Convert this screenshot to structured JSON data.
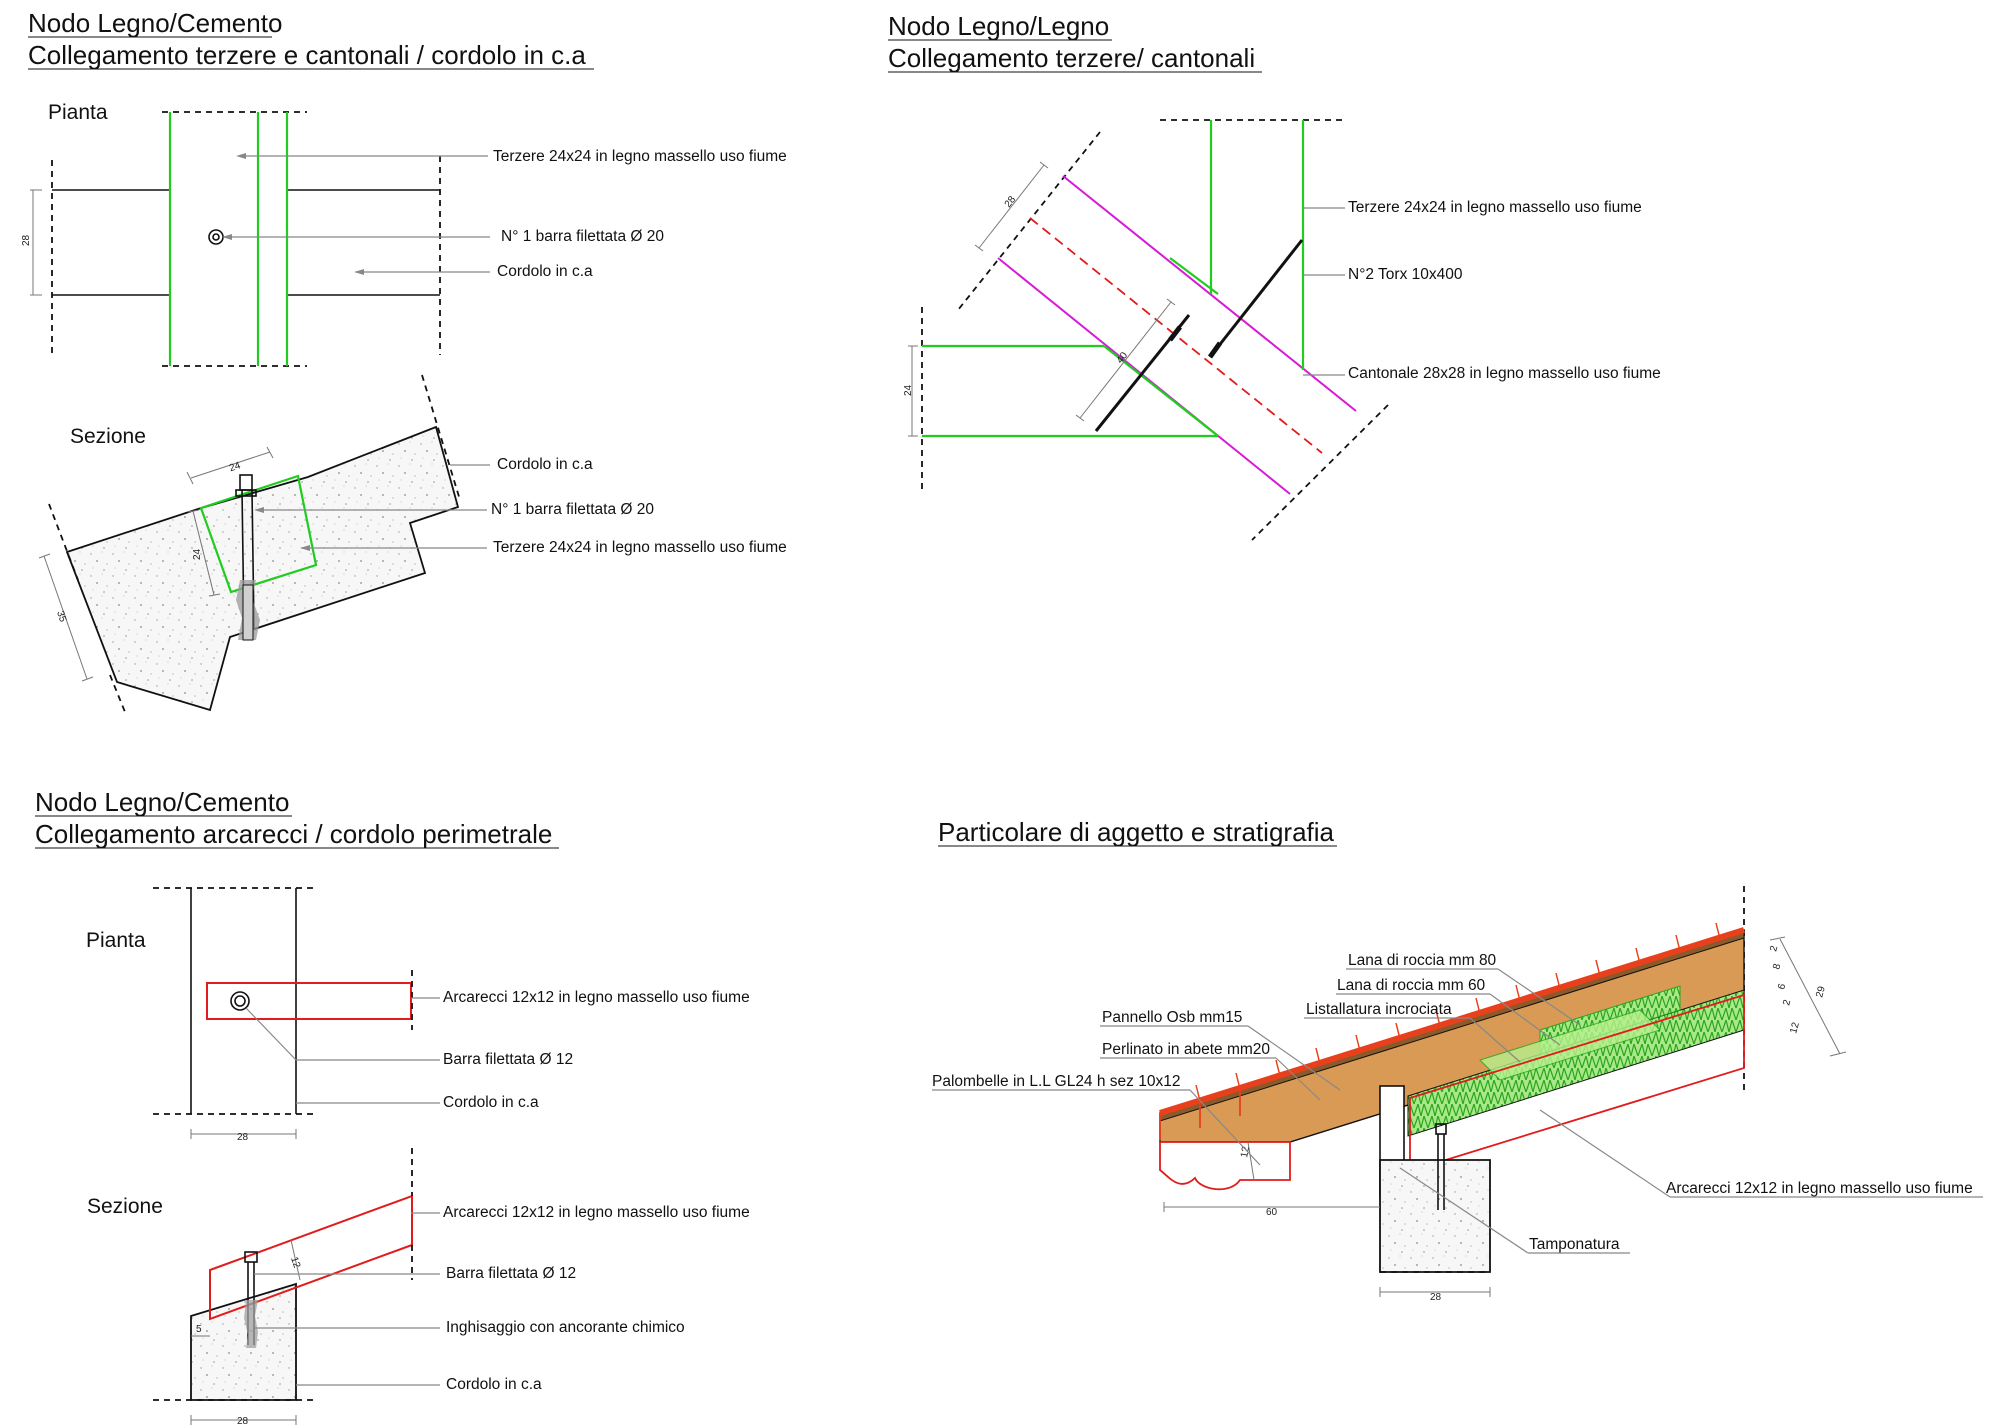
{
  "panels": {
    "tl": {
      "title": "Nodo Legno/Cemento",
      "subtitle": "Collegamento terzere e cantonali / cordolo in c.a",
      "plan_label": "Pianta",
      "section_label": "Sezione",
      "plan_callouts": [
        "Terzere 24x24 in legno massello uso fiume",
        "N° 1 barra filettata Ø 20",
        "Cordolo in c.a"
      ],
      "section_callouts": [
        "Cordolo in c.a",
        "N° 1 barra filettata Ø 20",
        "Terzere 24x24 in legno massello uso fiume"
      ],
      "dims": [
        "28",
        "24",
        "24",
        "35"
      ]
    },
    "tr": {
      "title": "Nodo Legno/Legno",
      "subtitle": "Collegamento terzere/ cantonali",
      "callouts": [
        "Terzere 24x24 in legno massello uso fiume",
        "N°2 Torx 10x400",
        "Cantonale 28x28 in legno massello uso fiume"
      ],
      "dims": [
        "28",
        "24",
        "40"
      ]
    },
    "bl": {
      "title": "Nodo Legno/Cemento",
      "subtitle": "Collegamento arcarecci / cordolo perimetrale",
      "plan_label": "Pianta",
      "section_label": "Sezione",
      "plan_callouts": [
        "Arcarecci 12x12 in legno massello uso fiume",
        "Barra filettata Ø 12",
        "Cordolo in c.a"
      ],
      "section_callouts": [
        "Arcarecci 12x12 in legno massello uso fiume",
        "Barra filettata Ø 12",
        "Inghisaggio con ancorante chimico",
        "Cordolo in c.a"
      ],
      "dims": [
        "28",
        "12",
        "5",
        "28"
      ]
    },
    "br": {
      "title": "Particolare di aggetto e stratigrafia",
      "callouts": [
        "Lana di roccia mm 80",
        "Lana di roccia mm 60",
        "Listallatura incrociata",
        "Pannello Osb mm15",
        "Perlinato in abete mm20",
        "Palombelle in L.L GL24 h sez 10x12",
        "Arcarecci 12x12 in legno massello uso fiume",
        "Tamponatura"
      ],
      "dims": [
        "12",
        "60",
        "28",
        "2",
        "8",
        "6",
        "2",
        "12",
        "29"
      ]
    }
  },
  "colors": {
    "timber_green": "#1fcc1f",
    "timber_magenta": "#d61ad6",
    "purlin_red": "#e01c1c",
    "tile_red": "#e8401c",
    "osb_brown": "#d98c3a",
    "insulation_green": "#4ccf2a"
  }
}
